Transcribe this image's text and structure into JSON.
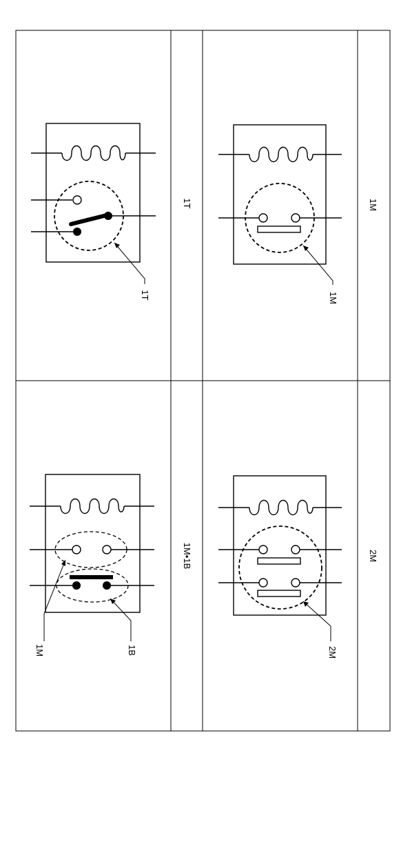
{
  "panels": [
    {
      "id": "1T",
      "caption": "1T",
      "callouts": [
        "1T"
      ]
    },
    {
      "id": "1M",
      "caption": "1M",
      "callouts": [
        "1M"
      ]
    },
    {
      "id": "1M1B",
      "caption": "1M•1B",
      "callouts": [
        "1M",
        "1B"
      ]
    },
    {
      "id": "2M",
      "caption": "2M",
      "callouts": [
        "2M"
      ]
    }
  ]
}
